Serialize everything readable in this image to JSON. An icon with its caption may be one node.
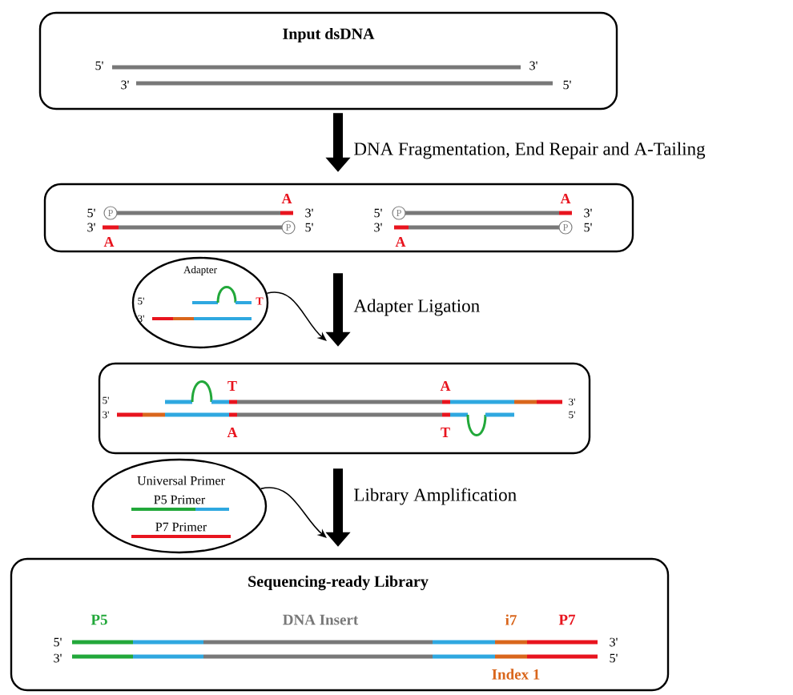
{
  "diagram": {
    "nodes": [
      {
        "text": [
          "Input dsDNA"
        ]
      },
      {
        "text": [],
        "shape": "box"
      },
      {
        "text": [
          "Adapter"
        ]
      },
      {
        "text": [],
        "shape": "box"
      },
      {
        "text": [
          "Universal Primer",
          "P5 Primer",
          "P7 Primer"
        ]
      },
      {
        "text": [
          "Sequencing-ready Library"
        ]
      }
    ],
    "edges": [
      {
        "from": 0,
        "to": 1,
        "arrow": "to",
        "label": "DNA Fragmentation, End Repair and A-Tailing"
      },
      {
        "from": 1,
        "to": 3,
        "arrow": "to",
        "label": "Adapter Ligation"
      },
      {
        "from": 3,
        "to": 5,
        "arrow": "to",
        "label": "Library Amplification"
      },
      {
        "from": 2,
        "to": null,
        "arrow": "to"
      },
      {
        "from": 4,
        "to": null,
        "arrow": "to"
      }
    ],
    "labels": [
      "5'",
      "3'",
      "3'",
      "5'",
      "A",
      "A",
      "5'",
      "P",
      "3'",
      "5'",
      "P",
      "3'",
      "3'",
      "P",
      "5'",
      "3'",
      "P",
      "5'",
      "A",
      "A",
      "5'",
      "T",
      "3'",
      "T",
      "A",
      "5'",
      "3'",
      "3'",
      "5'",
      "A",
      "T",
      "P5",
      "DNA Insert",
      "i7",
      "P7",
      "5'",
      "3'",
      "3'",
      "5'",
      "Index 1"
    ]
  }
}
